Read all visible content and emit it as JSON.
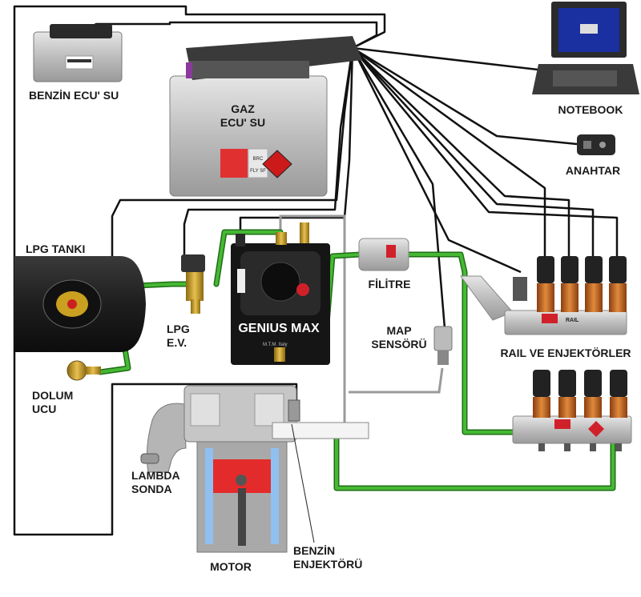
{
  "labels": {
    "benzin_ecu": "BENZİN ECU' SU",
    "gaz_ecu": "GAZ\nECU' SU",
    "notebook": "NOTEBOOK",
    "anahtar": "ANAHTAR",
    "lpg_tanki": "LPG TANKI",
    "lpg_ev": "LPG\nE.V.",
    "genius_max": "GENIUS MAX",
    "filitre": "FİLİTRE",
    "map_sensoru": "MAP\nSENSÖRÜ",
    "rail_ve_enjektorler": "RAIL VE ENJEKTÖRLER",
    "dolum_ucu": "DOLUM\nUCU",
    "lambda_sonda": "LAMBDA\nSONDA",
    "motor": "MOTOR",
    "benzin_enjektoru": "BENZİN\nENJEKTÖRÜ"
  },
  "logos": {
    "brand_badge": "BRC",
    "ecu_model": "FLY SF",
    "reducer_text": "M.T.M. Italy",
    "rail_badge": "RAIL"
  },
  "colors": {
    "wire": "#111111",
    "gas_hose": "#3aa02a",
    "gas_hose_dark": "#1f6e16",
    "metal": "#c9c9c9",
    "brand_red": "#d0202a",
    "coil_copper": "#c8641e"
  }
}
